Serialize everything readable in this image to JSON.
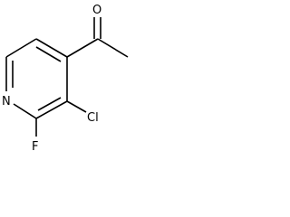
{
  "structure": {
    "atoms": {
      "oxygen": "O",
      "nitrogen": "N",
      "chlorine": "Cl",
      "fluorine": "F"
    }
  },
  "colors": {
    "bond": "#000000",
    "label": "#000000",
    "background": "#ffffff"
  }
}
